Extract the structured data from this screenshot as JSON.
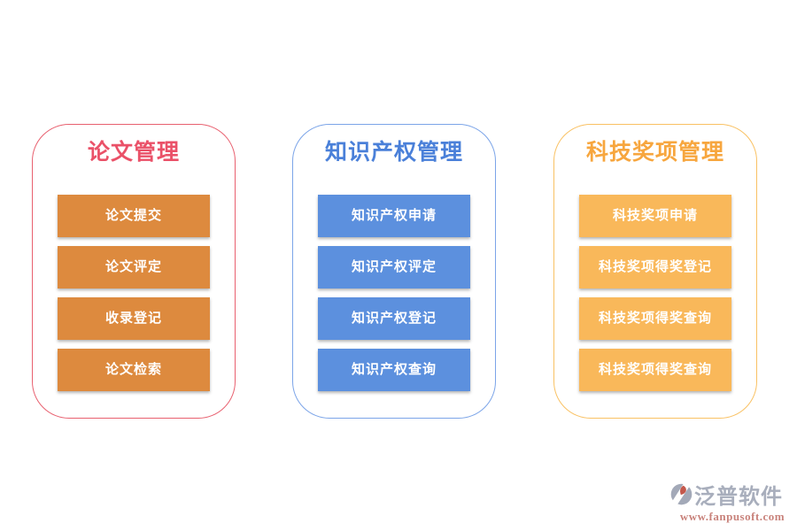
{
  "panels": [
    {
      "title": "论文管理",
      "title_color": "#ea5168",
      "border_color": "#e8606f",
      "button_color": "#dd8a3e",
      "buttons": [
        "论文提交",
        "论文评定",
        "收录登记",
        "论文检索"
      ]
    },
    {
      "title": "知识产权管理",
      "title_color": "#4a80d9",
      "border_color": "#7ba4e8",
      "button_color": "#5c90de",
      "buttons": [
        "知识产权申请",
        "知识产权评定",
        "知识产权登记",
        "知识产权查询"
      ]
    },
    {
      "title": "科技奖项管理",
      "title_color": "#f7a63e",
      "border_color": "#f9c163",
      "button_color": "#f9b85a",
      "buttons": [
        "科技奖项申请",
        "科技奖项得奖登记",
        "科技奖项得奖查询",
        "科技奖项得奖查询"
      ]
    }
  ],
  "watermark": {
    "logo_text": "泛普软件",
    "url": "www.fanpusoft.com",
    "logo_color": "#a8aebc",
    "url_color": "#c9837c",
    "icon_grey": "#a3a9b8",
    "icon_red": "#c4584c"
  }
}
